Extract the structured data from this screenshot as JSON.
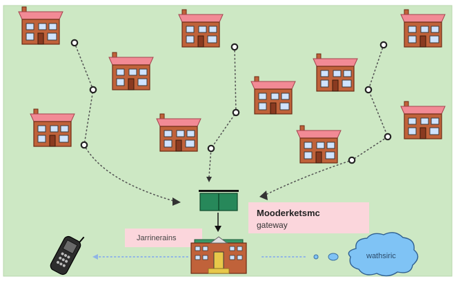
{
  "colors": {
    "background": "#cde8c4",
    "house_wall": "#c0623a",
    "house_roof": "#f28a95",
    "house_window": "#cfe3ff",
    "meter_node": "#222222",
    "gateway_green": "#27885a",
    "label_pink": "#fbd6dc",
    "cloud": "#7fc3f5",
    "connection_dots": "#555555",
    "internet_dots": "#8fb4e6"
  },
  "labels": {
    "gateway_title": "Mooderketsmc",
    "gateway_subtitle": "gateway",
    "building_label": "Jarrinerains",
    "cloud_label": "wathsiric"
  },
  "icons": {
    "house": "house-icon",
    "meter": "meter-node-icon",
    "gateway": "gateway-icon",
    "building": "utility-building-icon",
    "cloud": "cloud-icon",
    "phone": "mobile-phone-icon"
  }
}
